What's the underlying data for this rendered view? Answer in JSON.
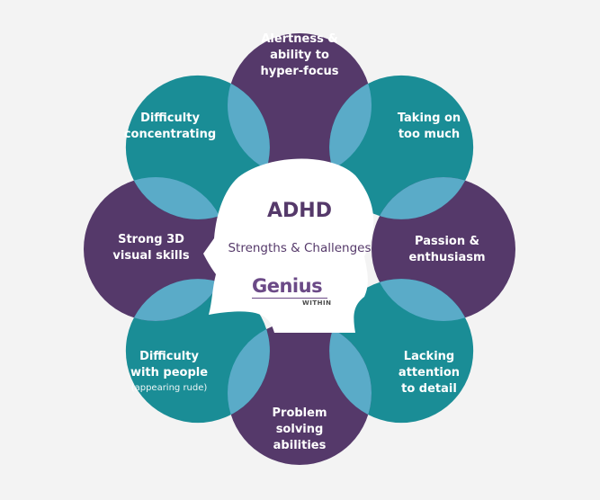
{
  "colors": {
    "background": "#f3f3f3",
    "purple": "#55396a",
    "teal": "#1a8d96",
    "overlap": "#5aabc8",
    "head": "#ffffff",
    "head_text": "#55396a"
  },
  "center": {
    "title": "ADHD",
    "subtitle": "Strengths & Challenges",
    "logo": {
      "wordmark": "Genius",
      "subline": "WITHIN"
    }
  },
  "petals": [
    {
      "id": "top",
      "kind": "strength",
      "color": "purple",
      "lines": [
        "Alertness &",
        "ability to",
        "hyper-focus"
      ]
    },
    {
      "id": "top-right",
      "kind": "challenge",
      "color": "teal",
      "lines": [
        "Taking on",
        "too much"
      ]
    },
    {
      "id": "right",
      "kind": "strength",
      "color": "purple",
      "lines": [
        "Passion &",
        "enthusiasm"
      ]
    },
    {
      "id": "bottom-right",
      "kind": "challenge",
      "color": "teal",
      "lines": [
        "Lacking",
        "attention",
        "to detail"
      ]
    },
    {
      "id": "bottom",
      "kind": "strength",
      "color": "purple",
      "lines": [
        "Problem",
        "solving",
        "abilities"
      ]
    },
    {
      "id": "bottom-left",
      "kind": "challenge",
      "color": "teal",
      "lines": [
        "Difficulty",
        "with people"
      ],
      "note": "(appearing rude)"
    },
    {
      "id": "left",
      "kind": "strength",
      "color": "purple",
      "lines": [
        "Strong 3D",
        "visual skills"
      ]
    },
    {
      "id": "top-left",
      "kind": "challenge",
      "color": "teal",
      "lines": [
        "Difficulty",
        "concentrating"
      ]
    }
  ]
}
